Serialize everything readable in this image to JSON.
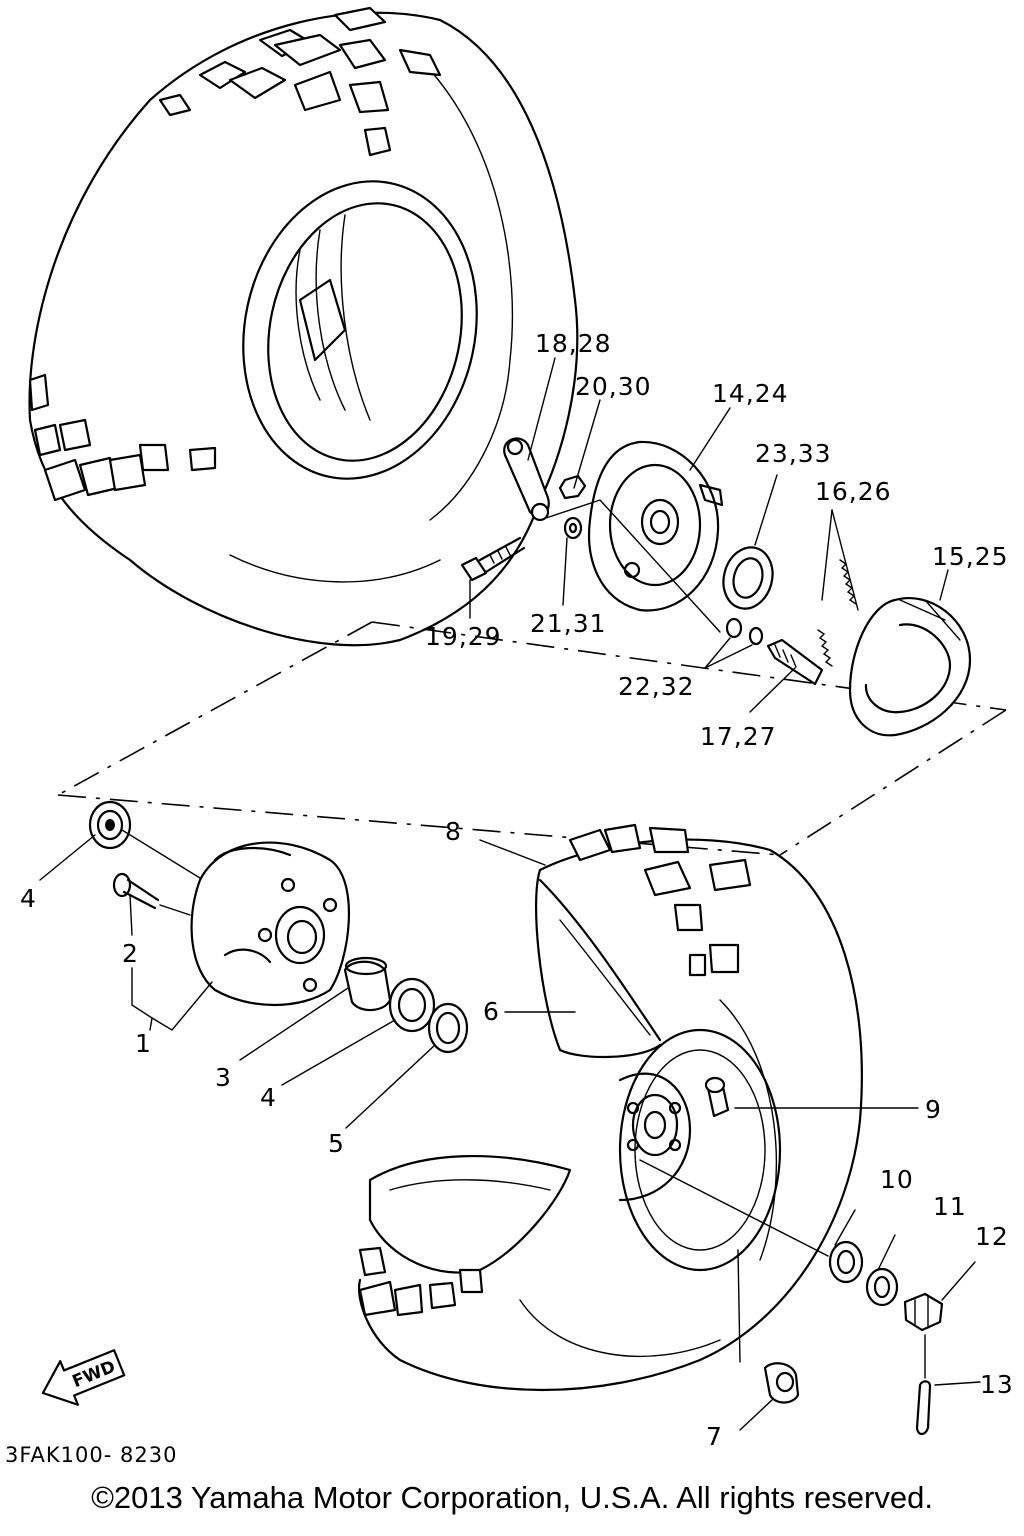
{
  "diagram_code": "3FAK100- 8230",
  "copyright": "©2013 Yamaha Motor Corporation, U.S.A. All rights reserved.",
  "fwd_label": "FWD",
  "callouts": {
    "c1": "1",
    "c2": "2",
    "c3": "3",
    "c4a": "4",
    "c4b": "4",
    "c5": "5",
    "c6": "6",
    "c7": "7",
    "c8": "8",
    "c9": "9",
    "c10": "10",
    "c11": "11",
    "c12": "12",
    "c13": "13",
    "c14_24": "14,24",
    "c15_25": "15,25",
    "c16_26": "16,26",
    "c17_27": "17,27",
    "c18_28": "18,28",
    "c19_29": "19,29",
    "c20_30": "20,30",
    "c21_31": "21,31",
    "c22_32": "22,32",
    "c23_33": "23,33"
  },
  "icons": {
    "fwd": "fwd-arrow-icon"
  }
}
